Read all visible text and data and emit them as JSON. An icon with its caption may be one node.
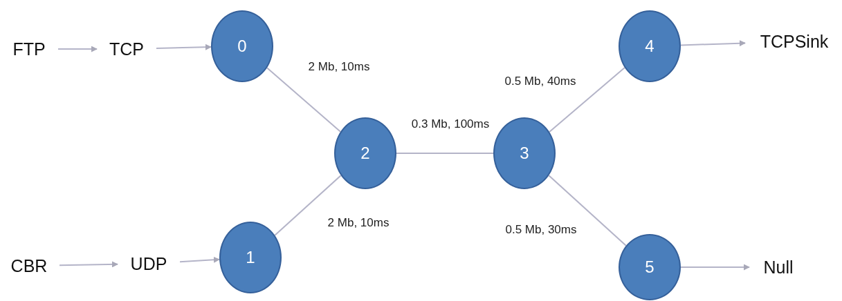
{
  "diagram": {
    "nodes": [
      {
        "text": [
          "FTP"
        ]
      },
      {
        "text": [
          "TCP"
        ]
      },
      {
        "text": [
          "0"
        ]
      },
      {
        "text": [
          "CBR"
        ]
      },
      {
        "text": [
          "UDP"
        ]
      },
      {
        "text": [
          "1"
        ]
      },
      {
        "text": [
          "2"
        ]
      },
      {
        "text": [
          "3"
        ]
      },
      {
        "text": [
          "4"
        ]
      },
      {
        "text": [
          "TCPSink"
        ]
      },
      {
        "text": [
          "5"
        ]
      },
      {
        "text": [
          "Null"
        ]
      }
    ],
    "edges": [
      {
        "from": 0,
        "to": 1,
        "arrow": "to"
      },
      {
        "from": 1,
        "to": 2,
        "arrow": "to"
      },
      {
        "from": 3,
        "to": 4,
        "arrow": "to"
      },
      {
        "from": 4,
        "to": 5,
        "arrow": "to"
      },
      {
        "from": 2,
        "to": 6,
        "arrow": "none",
        "label": "2 Mb, 10ms"
      },
      {
        "from": 5,
        "to": 6,
        "arrow": "none",
        "label": "2 Mb, 10ms"
      },
      {
        "from": 6,
        "to": 7,
        "arrow": "none",
        "label": "0.3 Mb, 100ms"
      },
      {
        "from": 7,
        "to": 8,
        "arrow": "none",
        "label": "0.5 Mb, 40ms"
      },
      {
        "from": 7,
        "to": 10,
        "arrow": "none",
        "label": "0.5 Mb, 30ms"
      },
      {
        "from": 8,
        "to": 9,
        "arrow": "to"
      },
      {
        "from": 10,
        "to": 11,
        "arrow": "to"
      }
    ]
  }
}
